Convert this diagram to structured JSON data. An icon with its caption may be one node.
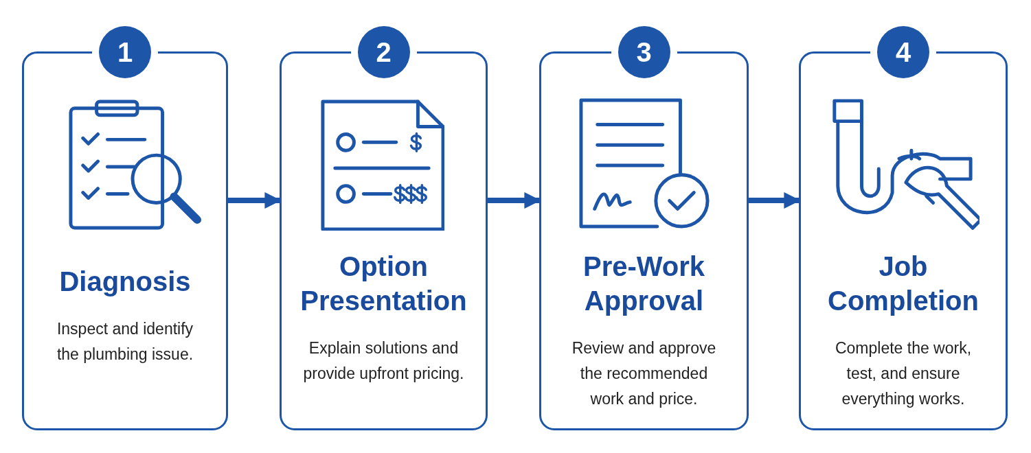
{
  "diagram": {
    "nodes": [
      {
        "text": [
          "1",
          "Diagnosis",
          "Inspect and identify the plumbing issue."
        ]
      },
      {
        "text": [
          "2",
          "Option Presentation",
          "Explain solutions and provide upfront pricing."
        ]
      },
      {
        "text": [
          "3",
          "Pre-Work Approval",
          "Review and approve the recommended work and price."
        ]
      },
      {
        "text": [
          "4",
          "Job Completion",
          "Complete the work, test, and ensure everything works."
        ]
      }
    ],
    "edges": [
      {
        "from": 0,
        "to": 1,
        "arrow": "to"
      },
      {
        "from": 1,
        "to": 2,
        "arrow": "to"
      },
      {
        "from": 2,
        "to": 3,
        "arrow": "to"
      }
    ]
  }
}
